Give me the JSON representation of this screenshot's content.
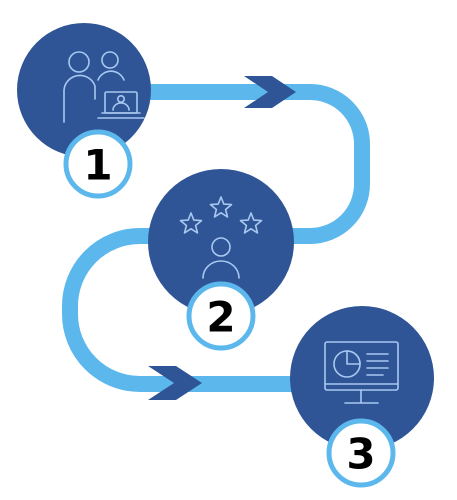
{
  "colors": {
    "circle": "#2f5597",
    "path": "#5cb8ec",
    "arrow": "#2f5597",
    "icon_stroke": "#a9c8f0",
    "badge_fill": "#ffffff",
    "badge_ring": "#5cb8ec",
    "number": "#000000"
  },
  "steps": [
    {
      "number": "1",
      "icon": "people-with-laptop-icon"
    },
    {
      "number": "2",
      "icon": "person-rating-stars-icon"
    },
    {
      "number": "3",
      "icon": "monitor-pie-chart-icon"
    }
  ]
}
